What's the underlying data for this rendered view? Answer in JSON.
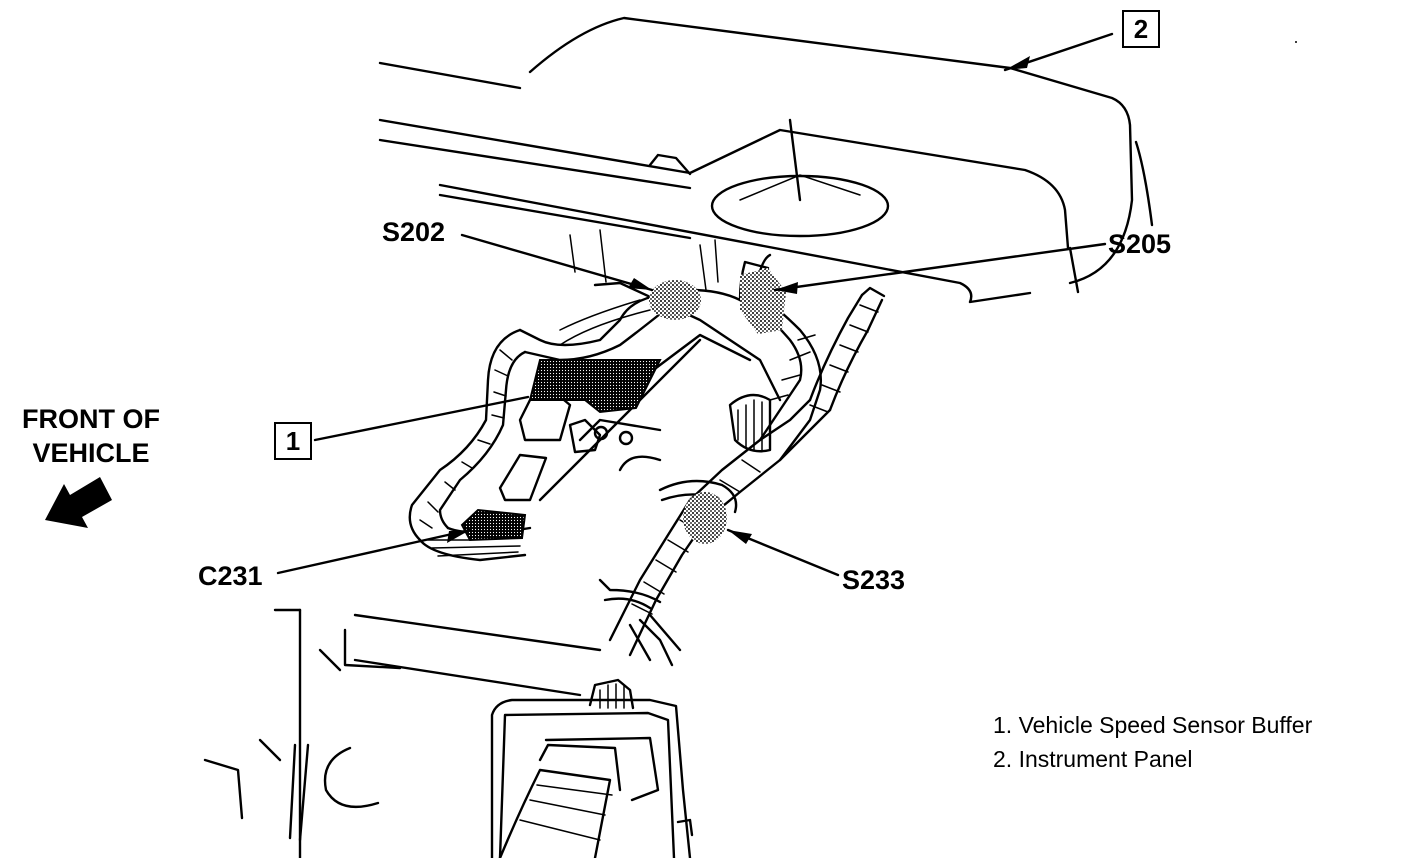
{
  "callouts": {
    "c1": "1",
    "c2": "2"
  },
  "labels": {
    "s202": "S202",
    "s205": "S205",
    "c231": "C231",
    "s233": "S233"
  },
  "front": {
    "line1": "FRONT OF",
    "line2": "VEHICLE"
  },
  "legend": [
    "1.  Vehicle Speed Sensor Buffer",
    "2.  Instrument Panel"
  ]
}
